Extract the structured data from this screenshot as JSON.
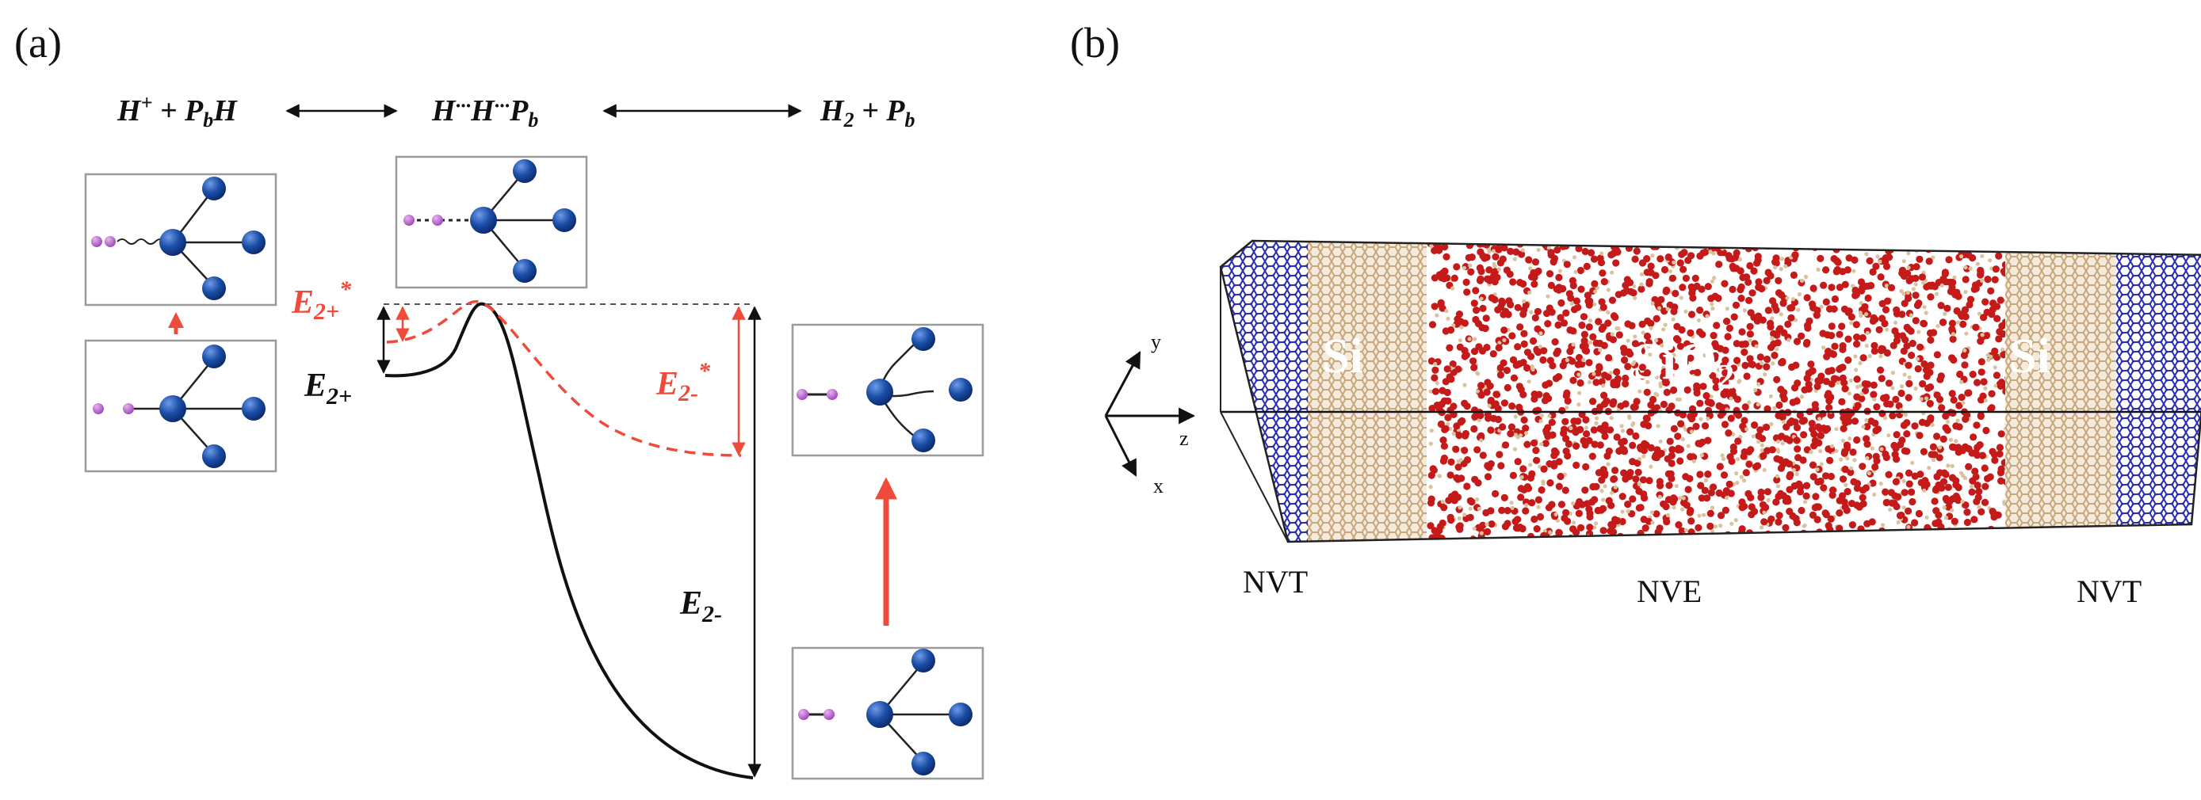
{
  "panel_a": {
    "label": "(a)",
    "states": {
      "initial": {
        "main": "H",
        "sup": "+",
        "plus": " + P",
        "sub": "b",
        "tail": "H"
      },
      "transition": {
        "t1": "H",
        "dots1": "···",
        "t2": "H",
        "dots2": "···",
        "t3": "P",
        "sub": "b"
      },
      "final": {
        "main": "H",
        "sub": "2",
        "plus": " + P",
        "sub2": "b"
      }
    },
    "energies": {
      "e2p_star": {
        "main": "E",
        "sub": "2+",
        "sup": "*"
      },
      "e2p": {
        "main": "E",
        "sub": "2+"
      },
      "e2m_star": {
        "main": "E",
        "sub": "2-",
        "sup": "*"
      },
      "e2m": {
        "main": "E",
        "sub": "2-"
      }
    },
    "colors": {
      "red": "#f04a3a",
      "black": "#111111",
      "atom_blue": "#1b4fa8",
      "atom_pink": "#b561c8"
    }
  },
  "panel_b": {
    "label": "(b)",
    "regions": {
      "left": "Si",
      "middle": "SiO",
      "middle_sub": "2",
      "right": "Si"
    },
    "ensembles": {
      "left": "NVT",
      "middle": "NVE",
      "right": "NVT"
    },
    "axes": {
      "y": "y",
      "z": "z",
      "x": "x"
    },
    "colors": {
      "blue": "#2a2fb0",
      "tan": "#c8a77c",
      "red": "#c41a1a"
    }
  }
}
